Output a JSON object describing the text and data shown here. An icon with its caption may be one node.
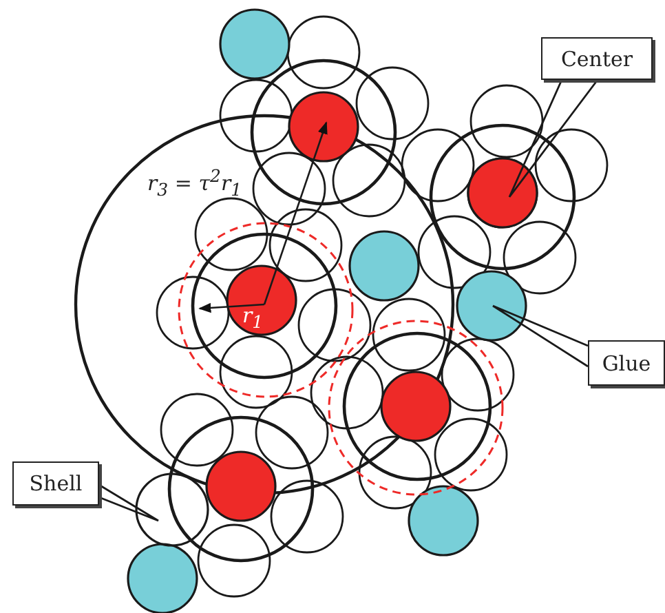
{
  "diagram": {
    "nodes": [
      {
        "text": [
          "Center"
        ]
      },
      {
        "text": [],
        "shape": "circle"
      },
      {
        "text": [
          "Glue"
        ]
      },
      {
        "text": [],
        "shape": "circle"
      },
      {
        "text": [
          "Shell"
        ]
      },
      {
        "text": [],
        "shape": "circle"
      }
    ],
    "edges": [
      {
        "from": 0,
        "to": 1,
        "arrow": "none"
      },
      {
        "from": 2,
        "to": 3,
        "arrow": "none"
      },
      {
        "from": 4,
        "to": 5,
        "arrow": "none"
      }
    ],
    "labels": [
      "r$_{3}$ = τ$^{2}$r$_{1}$",
      "r$_{1}$"
    ]
  }
}
